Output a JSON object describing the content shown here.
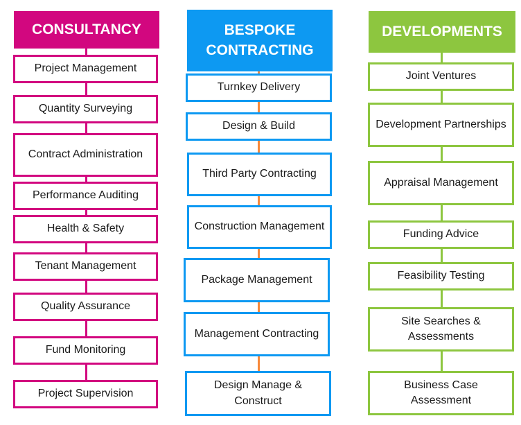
{
  "colors": {
    "consultancy": "#d2077f",
    "bespoke": "#0d99f2",
    "developments": "#8dc63f",
    "bespoke_connector": "#f7893b"
  },
  "columns": {
    "consultancy": {
      "title": "CONSULTANCY",
      "items": [
        "Project Management",
        "Quantity Surveying",
        "Contract Administration",
        "Performance Auditing",
        "Health & Safety",
        "Tenant Management",
        "Quality Assurance",
        "Fund Monitoring",
        "Project Supervision"
      ]
    },
    "bespoke": {
      "title_line1": "BESPOKE",
      "title_line2": "CONTRACTING",
      "items": [
        "Turnkey Delivery",
        "Design & Build",
        "Third Party Contracting",
        "Construction Management",
        "Package Management",
        "Management Contracting",
        "Design Manage & Construct"
      ]
    },
    "developments": {
      "title": "DEVELOPMENTS",
      "items": [
        "Joint Ventures",
        "Development Partnerships",
        "Appraisal Management",
        "Funding Advice",
        "Feasibility Testing",
        "Site Searches & Assessments",
        "Business Case Assessment"
      ]
    }
  }
}
